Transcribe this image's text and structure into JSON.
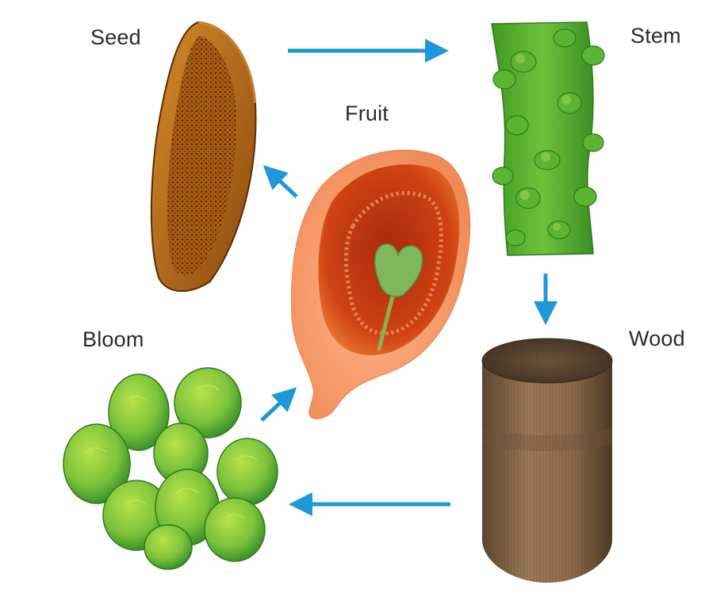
{
  "labels": {
    "seed": "Seed",
    "stem": "Stem",
    "fruit": "Fruit",
    "wood": "Wood",
    "bloom": "Bloom"
  },
  "colors": {
    "arrow": "#1e98d6",
    "seed_dark": "#7a3f06",
    "seed_light": "#c9771c",
    "stem_green": "#4aa829",
    "stem_light": "#7dcc3a",
    "fruit_skin": "#f7a173",
    "fruit_flesh": "#d24a16",
    "embryo": "#7db85b",
    "wood": "#8a6a4b",
    "wood_dark": "#4d3926",
    "bloom_green": "#79c23a",
    "bloom_dark": "#2f8a2a"
  },
  "icons": [
    "seed-illustration",
    "stem-illustration",
    "fruit-illustration",
    "wood-illustration",
    "bloom-illustration"
  ]
}
